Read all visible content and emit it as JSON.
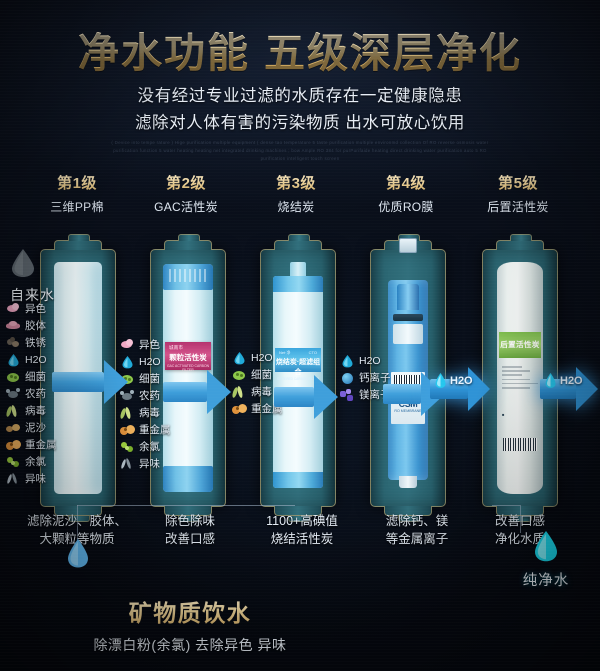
{
  "header": {
    "title_part1": "净水功能",
    "title_part2": "五级深层净化",
    "subtitle1": "没有经过专业过滤的水质存在一定健康隐患",
    "subtitle2": "滤除对人体有害的污染物质  出水可放心饮用",
    "english_blurb": "( Device  into  tempe rature )  Hige  purification  multiple equipment ( dense tao  temperature  5  taste purification multiple environmd collection  Of  RO  reverse osmosis water purification  function  5  water  heating  heating  net integrated drinking  machines  ; bow  Ample  RO   384  for  purPurifaide heating direct drinking water purification auto 5 RO purification intelligent touch screen"
  },
  "colors": {
    "gold": "#e7cd94",
    "cyan": "#2fd9e8",
    "arrow_blue": "#3f9fdb",
    "frame_teal": "#316f7c",
    "background": "#060a13"
  },
  "stages": [
    {
      "level": "第1级",
      "name": "三维PP棉",
      "desc_line1": "滤除泥沙、胶体、",
      "desc_line2": "大颗粒等物质"
    },
    {
      "level": "第2级",
      "name": "GAC活性炭",
      "desc_line1": "除色除味",
      "desc_line2": "改善口感"
    },
    {
      "level": "第3级",
      "name": "烧结炭",
      "desc_line1": "1100+高碘值",
      "desc_line2": "烧结活性炭"
    },
    {
      "level": "第4级",
      "name": "优质RO膜",
      "desc_line1": "滤除钙、镁",
      "desc_line2": "等金属离子"
    },
    {
      "level": "第5级",
      "name": "后置活性炭",
      "desc_line1": "改善口感",
      "desc_line2": "净化水质"
    }
  ],
  "water_in": {
    "label": "自来水",
    "icon": "water-drop-gray"
  },
  "water_out": {
    "label": "纯净水",
    "icon": "water-drop-cyan"
  },
  "contaminant_columns": [
    {
      "position": "before-stage-1",
      "items": [
        {
          "label": "异色",
          "icon": "color-contaminant-icon"
        },
        {
          "label": "胶体",
          "icon": "colloid-icon"
        },
        {
          "label": "铁锈",
          "icon": "rust-icon"
        },
        {
          "label": "H2O",
          "icon": "water-molecule-icon"
        },
        {
          "label": "细菌",
          "icon": "bacteria-icon"
        },
        {
          "label": "农药",
          "icon": "pesticide-icon"
        },
        {
          "label": "病毒",
          "icon": "virus-icon"
        },
        {
          "label": "泥沙",
          "icon": "sediment-icon"
        },
        {
          "label": "重金属",
          "icon": "heavy-metal-icon"
        },
        {
          "label": "余氯",
          "icon": "chlorine-icon"
        },
        {
          "label": "异味",
          "icon": "odor-icon"
        }
      ]
    },
    {
      "position": "before-stage-2",
      "items": [
        {
          "label": "异色",
          "icon": "color-contaminant-icon"
        },
        {
          "label": "H2O",
          "icon": "water-molecule-icon"
        },
        {
          "label": "细菌",
          "icon": "bacteria-icon"
        },
        {
          "label": "农药",
          "icon": "pesticide-icon"
        },
        {
          "label": "病毒",
          "icon": "virus-icon"
        },
        {
          "label": "重金属",
          "icon": "heavy-metal-icon"
        },
        {
          "label": "余氯",
          "icon": "chlorine-icon"
        },
        {
          "label": "异味",
          "icon": "odor-icon"
        }
      ]
    },
    {
      "position": "before-stage-3",
      "items": [
        {
          "label": "H2O",
          "icon": "water-molecule-icon"
        },
        {
          "label": "细菌",
          "icon": "bacteria-icon"
        },
        {
          "label": "病毒",
          "icon": "virus-icon"
        },
        {
          "label": "重金属",
          "icon": "heavy-metal-icon"
        }
      ]
    },
    {
      "position": "before-stage-4",
      "items": [
        {
          "label": "H2O",
          "icon": "water-molecule-icon"
        },
        {
          "label": "钙离子",
          "icon": "calcium-ion-icon"
        },
        {
          "label": "镁离子",
          "icon": "magnesium-ion-icon"
        }
      ]
    },
    {
      "position": "before-stage-5",
      "items": [
        {
          "label": "H2O",
          "icon": "water-molecule-icon"
        }
      ]
    },
    {
      "position": "after-stage-5",
      "items": [
        {
          "label": "H2O",
          "icon": "water-molecule-icon"
        }
      ]
    }
  ],
  "cartridge_labels": {
    "stage2": {
      "top_small": "城南市",
      "main": "颗粒活性炭",
      "sub": "GAC ACTIVATED CARBON FILTER"
    },
    "stage3": {
      "left_small": "Net·净",
      "right_small": "CTO",
      "main": "烧结炭·超滤组合",
      "sub": "SINTERED CARBON FILTER"
    },
    "stage4": {
      "brand": "CSM",
      "sub": "RO MEMBRANE"
    },
    "stage5": {
      "main": "后置活性炭",
      "code": "TDS-后置活性炭-001"
    }
  },
  "footer": {
    "title": "矿物质饮水",
    "subtitle": "除漂白粉(余氯) 去除异色 异味"
  }
}
